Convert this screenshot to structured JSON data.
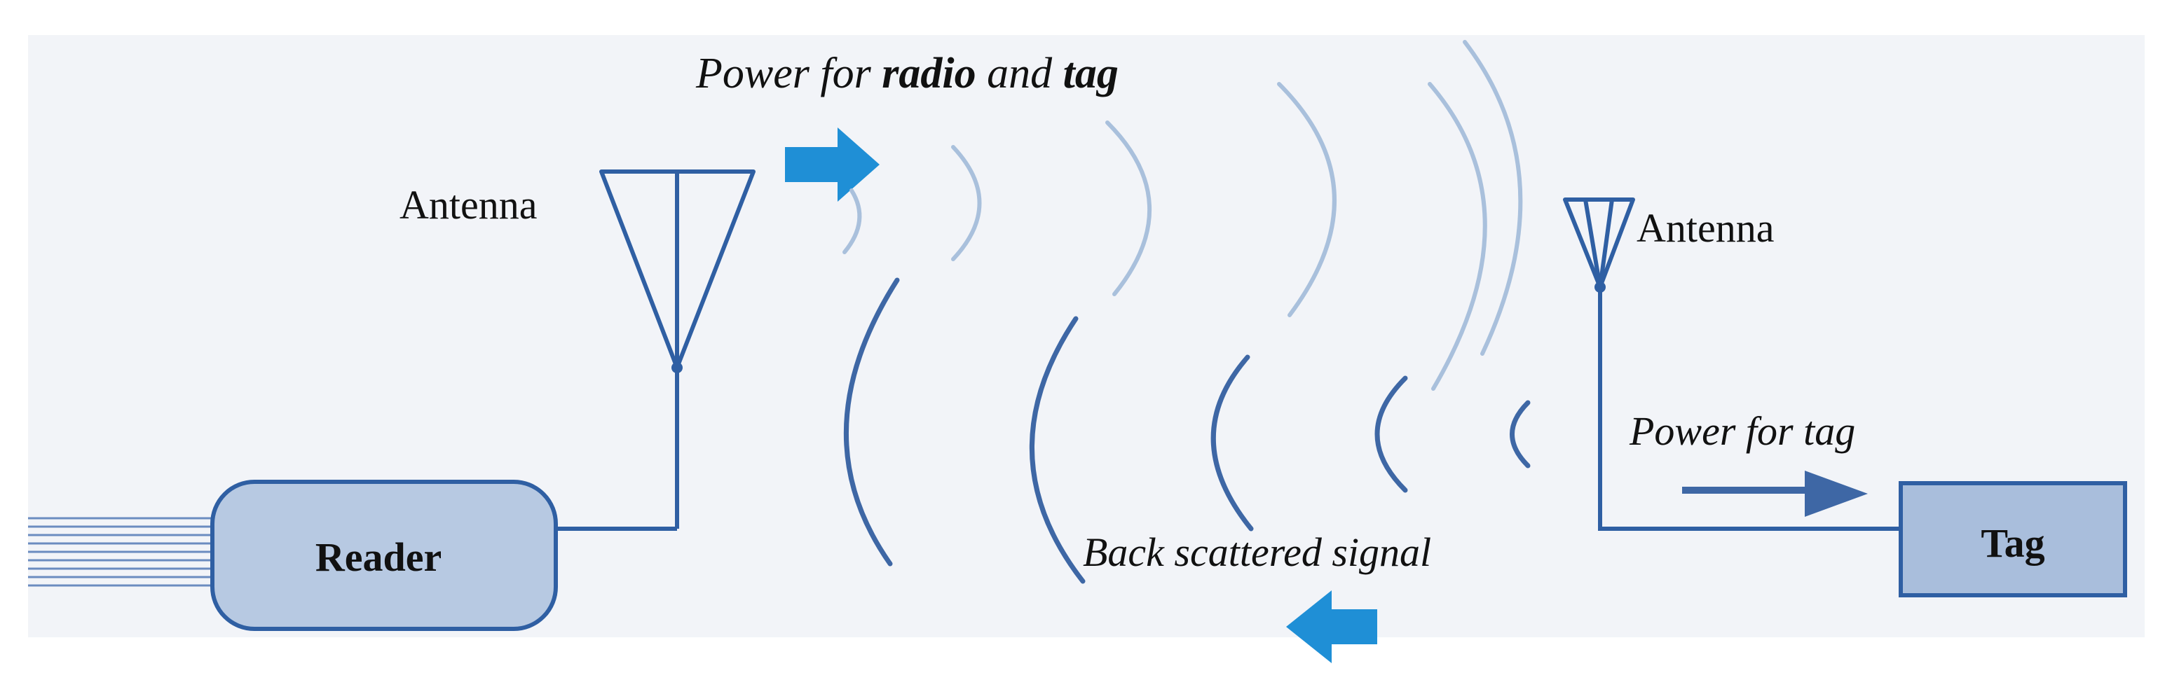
{
  "labels": {
    "power_radio_tag": {
      "part1": "Power for ",
      "bold1": "radio",
      "part2": " and ",
      "bold2": "tag"
    },
    "reader_antenna": "Antenna",
    "tag_antenna": "Antenna",
    "power_for_tag": "Power for tag",
    "back_scattered_signal": "Back scattered signal",
    "reader": "Reader",
    "tag": "Tag"
  },
  "colors": {
    "panel": "#f2f4f8",
    "stroke": "#2f5fa3",
    "box_fill": "#b7c9e2",
    "tag_fill": "#a9bedc",
    "wave_faint": "#a9c0dc",
    "wave_strong": "#3e67a5",
    "accent_arrow": "#1f8fd6"
  }
}
